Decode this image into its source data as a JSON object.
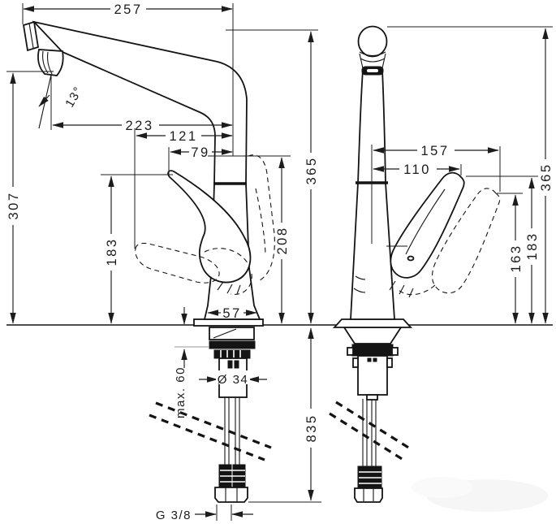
{
  "drawing": {
    "type": "technical-dimension-drawing",
    "subject": "single-lever kitchen mixer faucet, side view and front view with installation hardware",
    "units": "mm",
    "dims": {
      "spout_reach": "257",
      "spout_angle": "13°",
      "aerator_reach": "223",
      "handle_alt_reach": "121",
      "handle_reach": "79",
      "aerator_height": "307",
      "handle_height_left": "183",
      "base_width": "57",
      "body_height": "208",
      "total_height_left": "365",
      "clamp_max": "max. 60",
      "hole_diameter": "Ø 34",
      "hose_length": "835",
      "thread_size": "G 3/8",
      "front_handle_alt_offset": "157",
      "front_handle_offset": "110",
      "front_handle_alt_height": "163",
      "front_handle_height": "183",
      "total_height_right": "365"
    }
  }
}
